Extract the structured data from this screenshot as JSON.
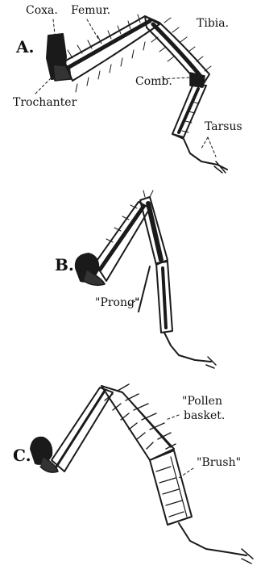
{
  "colors": {
    "ink": "#1a1a1a",
    "hatch": "#444444",
    "paper": "#ffffff"
  },
  "diagram_a": {
    "letter": "A.",
    "labels": {
      "coxa": "Coxa.",
      "femur": "Femur.",
      "tibia": "Tibia.",
      "comb": "Comb.",
      "tarsus": "Tarsus",
      "trochanter": "Trochanter"
    }
  },
  "diagram_b": {
    "letter": "B.",
    "labels": {
      "prong": "\"Prong\""
    }
  },
  "diagram_c": {
    "letter": "C.",
    "labels": {
      "pollen_basket": "\"Pollen basket\".",
      "pollen_line1": "\"Pollen",
      "pollen_line2": "basket.",
      "brush": "\"Brush\""
    }
  }
}
